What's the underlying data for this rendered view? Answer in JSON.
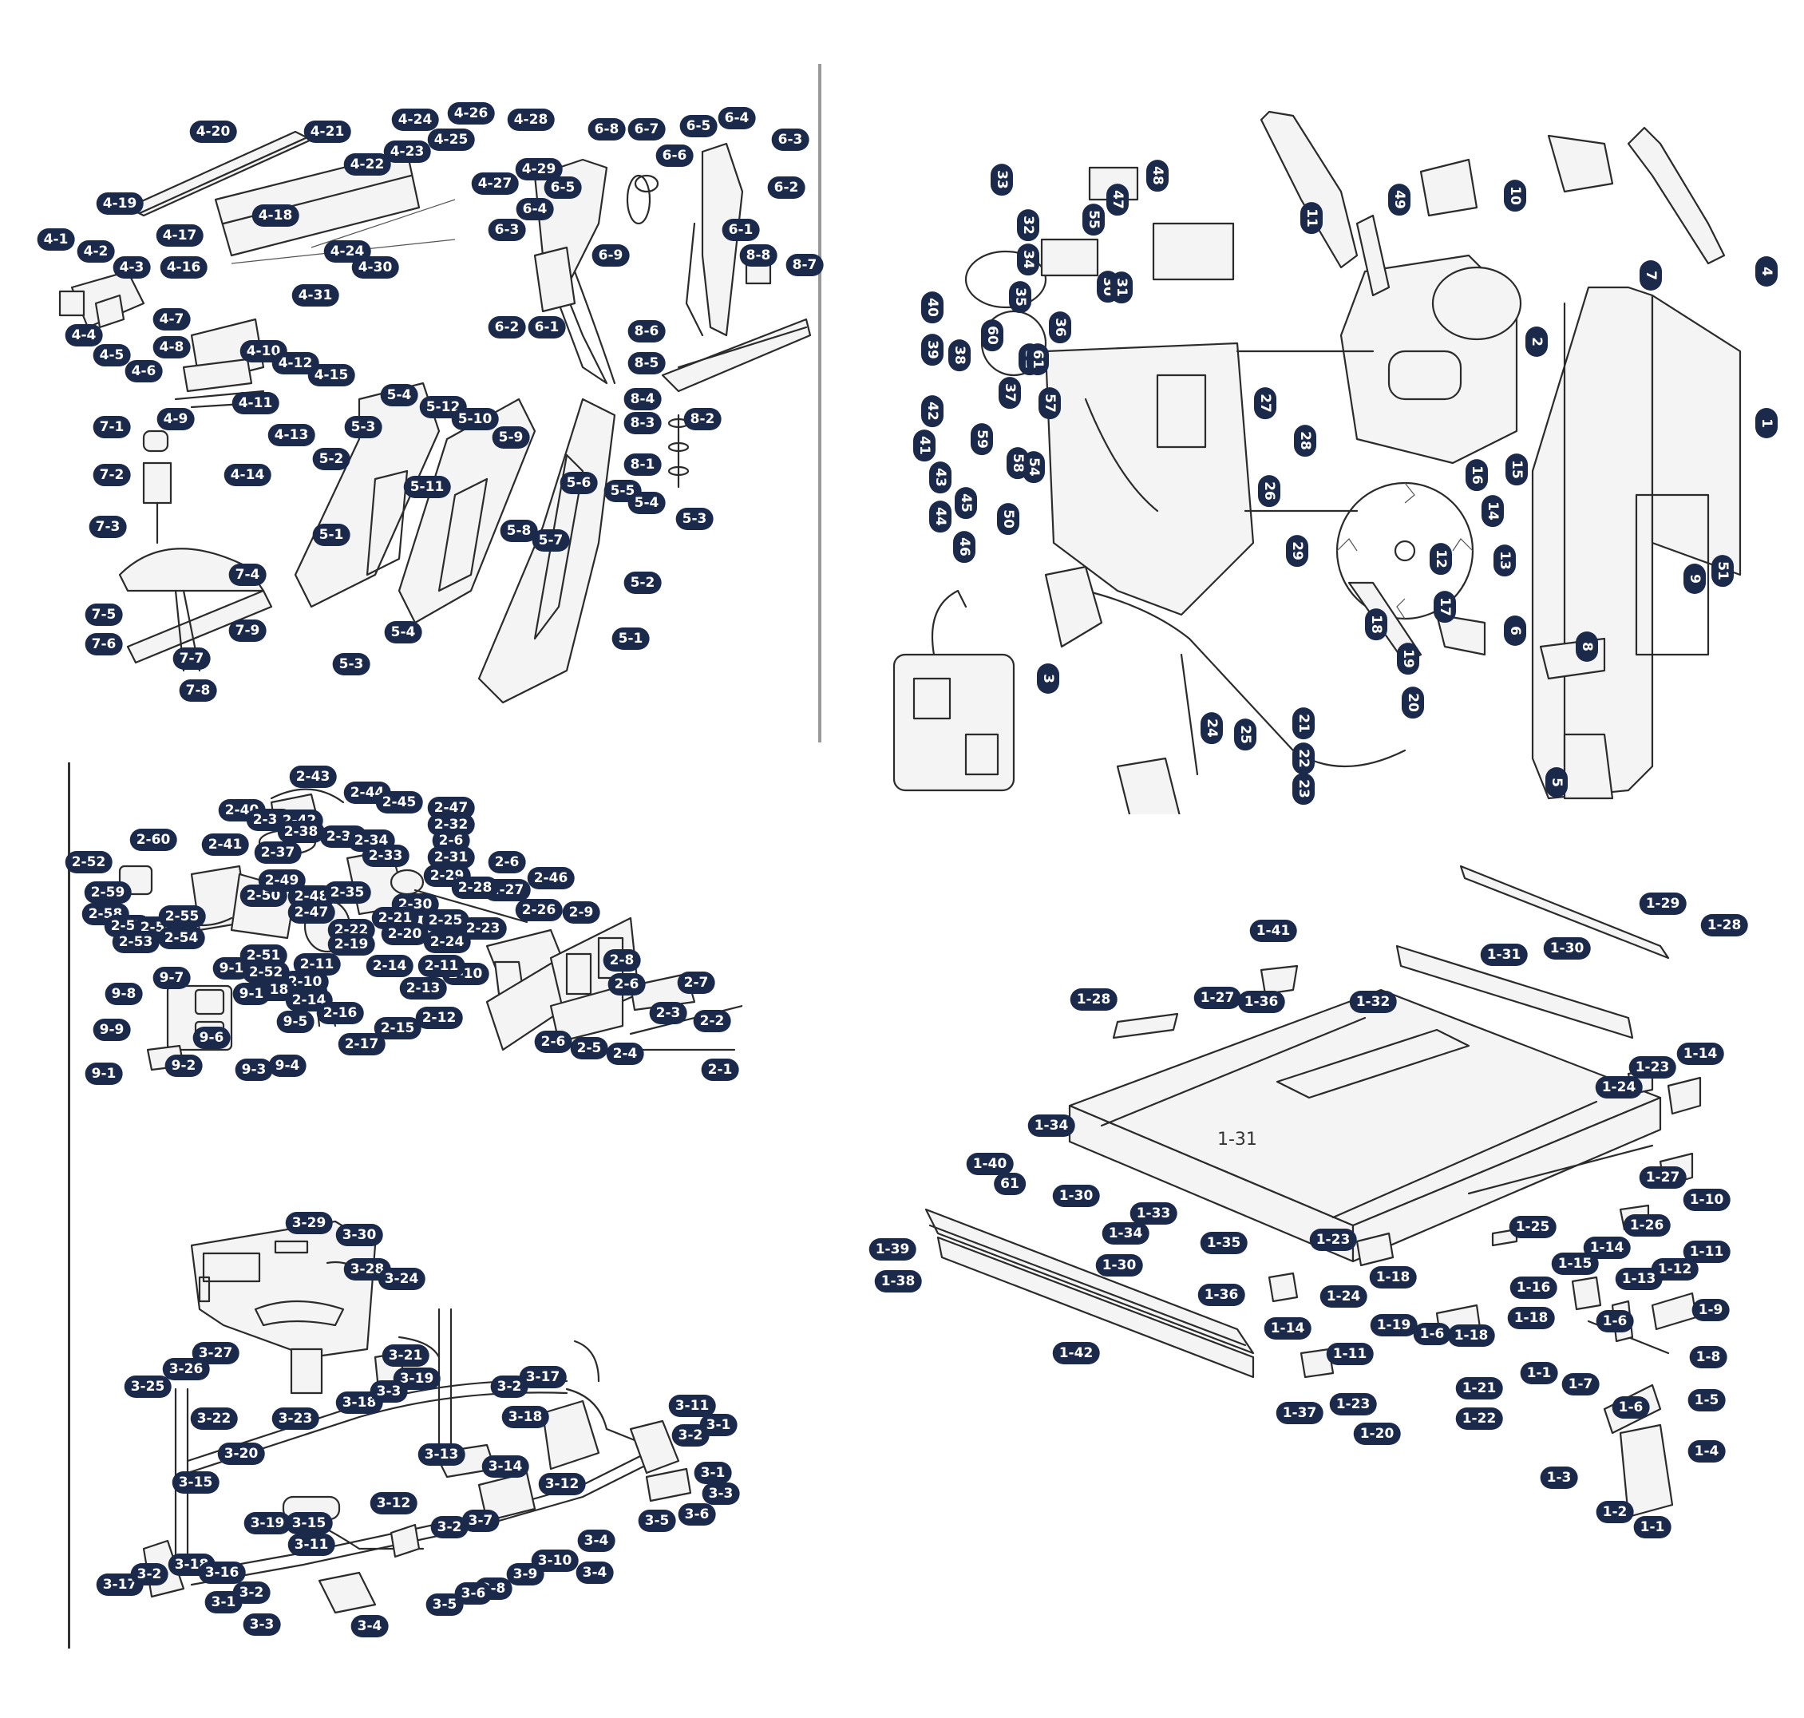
{
  "colors": {
    "badge": "#1b2a4a",
    "badge_text": "#ffffff",
    "line": "#2b2b2b",
    "background": "#ffffff"
  },
  "panels": {
    "top_left": {
      "labels": [
        "4-20",
        "4-21",
        "4-24",
        "4-26",
        "4-28",
        "4-25",
        "4-23",
        "4-22",
        "4-27",
        "4-29",
        "4-19",
        "4-18",
        "4-17",
        "4-16",
        "4-1",
        "4-2",
        "4-3",
        "4-4",
        "4-5",
        "4-6",
        "4-7",
        "4-8",
        "4-10",
        "4-12",
        "4-15",
        "4-24",
        "4-30",
        "4-31",
        "4-9",
        "4-11",
        "4-13",
        "4-14",
        "6-8",
        "6-7",
        "6-5",
        "6-4",
        "6-3",
        "6-6",
        "6-2",
        "6-5",
        "6-4",
        "6-3",
        "6-9",
        "6-1",
        "6-2",
        "6-1",
        "8-7",
        "8-8",
        "8-6",
        "8-5",
        "8-4",
        "8-3",
        "8-2",
        "8-1",
        "7-1",
        "7-2",
        "7-3",
        "7-4",
        "7-5",
        "7-6",
        "7-7",
        "7-8",
        "7-9",
        "5-4",
        "5-12",
        "5-10",
        "5-3",
        "5-9",
        "5-2",
        "5-11",
        "5-6",
        "5-5",
        "5-1",
        "5-8",
        "5-7",
        "5-4",
        "5-3",
        "5-2",
        "5-4",
        "5-3",
        "5-1"
      ]
    },
    "top_right": {
      "labels": [
        "11",
        "10",
        "7",
        "4",
        "1",
        "2",
        "3",
        "5",
        "6",
        "8",
        "9",
        "12",
        "13",
        "14",
        "15",
        "16",
        "17",
        "18",
        "19",
        "20",
        "21",
        "22",
        "23",
        "24",
        "25",
        "26",
        "27",
        "28",
        "29",
        "30",
        "31",
        "32",
        "33",
        "34",
        "35",
        "36",
        "37",
        "38",
        "39",
        "40",
        "41",
        "42",
        "43",
        "44",
        "45",
        "46",
        "47",
        "48",
        "49",
        "50",
        "51",
        "52",
        "54",
        "55",
        "57",
        "58",
        "59",
        "60",
        "61"
      ]
    },
    "middle_left": {
      "labels": [
        "2-43",
        "2-44",
        "2-45",
        "2-47",
        "2-40",
        "2-39",
        "2-42",
        "2-32",
        "2-60",
        "2-41",
        "2-38",
        "2-36",
        "2-34",
        "2-6",
        "2-52",
        "2-37",
        "2-33",
        "2-31",
        "2-6",
        "2-46",
        "2-59",
        "2-50",
        "2-49",
        "2-48",
        "2-35",
        "2-29",
        "2-27",
        "2-58",
        "2-57",
        "2-56",
        "2-55",
        "2-47",
        "2-28",
        "2-30",
        "2-26",
        "2-9",
        "2-53",
        "2-54",
        "2-25",
        "2-22",
        "2-21",
        "2-23",
        "2-19",
        "2-20",
        "2-24",
        "2-51",
        "2-11",
        "2-14",
        "2-10",
        "2-52",
        "2-10",
        "2-18",
        "2-14",
        "2-13",
        "2-11",
        "2-8",
        "2-16",
        "2-12",
        "2-6",
        "2-7",
        "2-17",
        "2-15",
        "2-3",
        "2-2",
        "2-6",
        "2-5",
        "2-4",
        "2-1",
        "9-1",
        "9-7",
        "9-8",
        "9-1",
        "9-9",
        "9-6",
        "9-5",
        "9-3",
        "9-4",
        "9-1",
        "9-2"
      ]
    },
    "bottom_left": {
      "labels": [
        "3-29",
        "3-30",
        "3-28",
        "3-24",
        "3-27",
        "3-26",
        "3-25",
        "3-22",
        "3-23",
        "3-21",
        "3-19",
        "3-18",
        "3-3",
        "3-2",
        "3-17",
        "3-18",
        "3-11",
        "3-1",
        "3-20",
        "3-13",
        "3-14",
        "3-2",
        "3-12",
        "3-15",
        "3-19",
        "3-12",
        "3-15",
        "3-11",
        "3-7",
        "3-2",
        "3-5",
        "3-6",
        "3-3",
        "3-1",
        "3-4",
        "3-17",
        "3-2",
        "3-18",
        "3-16",
        "3-8",
        "3-9",
        "3-10",
        "3-4",
        "3-2",
        "3-1",
        "3-3",
        "3-5",
        "3-6",
        "3-4"
      ]
    },
    "bottom_right": {
      "text_label": "1-31",
      "labels": [
        "1-29",
        "1-28",
        "1-41",
        "1-31",
        "1-30",
        "1-27",
        "1-36",
        "1-32",
        "1-28",
        "1-14",
        "1-23",
        "1-24",
        "1-34",
        "1-40",
        "61",
        "1-30",
        "1-33",
        "1-34",
        "1-35",
        "1-27",
        "1-10",
        "1-25",
        "1-26",
        "1-14",
        "1-11",
        "1-15",
        "1-12",
        "1-39",
        "1-13",
        "1-38",
        "1-30",
        "1-23",
        "1-18",
        "1-16",
        "1-9",
        "1-36",
        "1-24",
        "1-19",
        "1-18",
        "1-6",
        "1-14",
        "1-6",
        "1-18",
        "1-8",
        "1-11",
        "1-42",
        "1-1",
        "1-7",
        "1-5",
        "1-6",
        "1-21",
        "1-37",
        "1-23",
        "1-22",
        "1-20",
        "1-4",
        "1-3",
        "1-2",
        "1-1"
      ]
    }
  }
}
